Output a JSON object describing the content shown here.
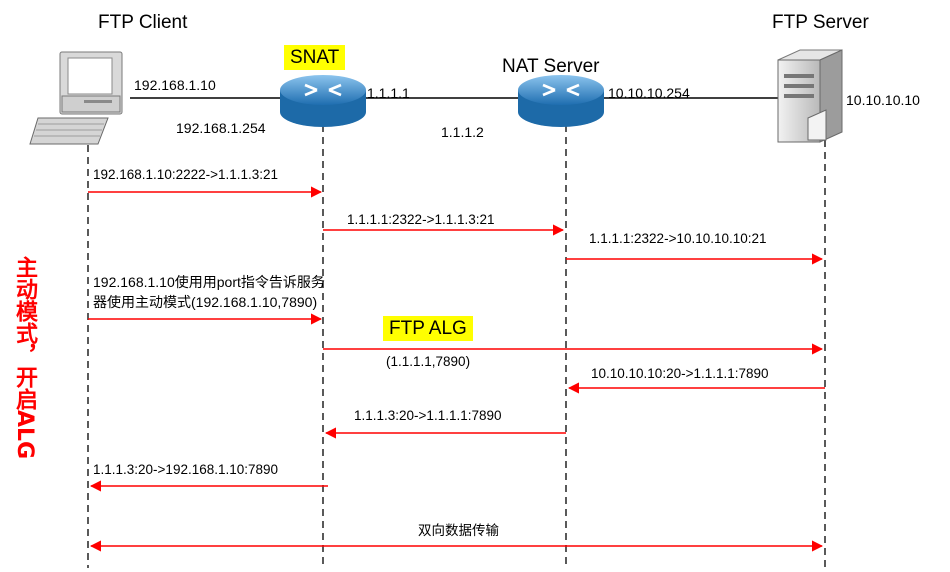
{
  "nodes": {
    "client": {
      "title": "FTP Client",
      "ip": "192.168.1.10"
    },
    "snat": {
      "title": "SNAT",
      "ip_left": "192.168.1.254",
      "ip_right": "1.1.1.1"
    },
    "nat_server": {
      "title": "NAT Server",
      "ip_left": "1.1.1.2",
      "ip_right": "10.10.10.254"
    },
    "server": {
      "title": "FTP Server",
      "ip": "10.10.10.10"
    }
  },
  "side_title": "主动模式，开启ALG",
  "alg_label": "FTP ALG",
  "messages": [
    {
      "text": "192.168.1.10:2222->1.1.1.3:21"
    },
    {
      "text": "1.1.1.1:2322->1.1.1.3:21"
    },
    {
      "text": "1.1.1.1:2322->10.10.10.10:21"
    },
    {
      "text": "192.168.1.10使用用port指令告诉服务器使用主动模式(192.168.1.10,7890)"
    },
    {
      "text": "(1.1.1.1,7890)"
    },
    {
      "text": "10.10.10.10:20->1.1.1.1:7890"
    },
    {
      "text": "1.1.1.3:20->1.1.1.1:7890"
    },
    {
      "text": "1.1.1.3:20->192.168.1.10:7890"
    },
    {
      "text": "双向数据传输"
    }
  ],
  "colors": {
    "arrow": "#ff0000",
    "highlight": "#ffff00",
    "router": "#2f86c6",
    "side_title": "#ff0000"
  },
  "icons": [
    "computer-icon",
    "router-icon",
    "router-icon",
    "server-icon"
  ]
}
